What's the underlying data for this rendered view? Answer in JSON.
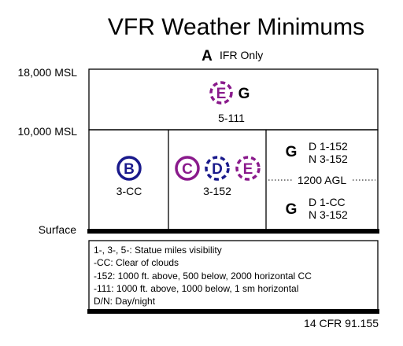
{
  "title": "VFR Weather Minimums",
  "class_a": {
    "letter": "A",
    "label": "IFR Only"
  },
  "altitudes": {
    "upper": "18,000 MSL",
    "middle": "10,000 MSL",
    "surface": "Surface"
  },
  "upper_block": {
    "letter_e": "E",
    "letter_g": "G",
    "rule": "5-111"
  },
  "class_b_cell": {
    "letter": "B",
    "rule": "3-CC"
  },
  "class_cde_cell": {
    "letters": [
      "C",
      "D",
      "E"
    ],
    "rule": "3-152"
  },
  "class_g_cell": {
    "day_letter": "G",
    "day_line1": "D 1-152",
    "day_line2": "N 3-152",
    "divider": "1200 AGL",
    "night_letter": "G",
    "night_line1": "D 1-CC",
    "night_line2": "N 3-152"
  },
  "legend": [
    "1-, 3-, 5-: Statue miles visibility",
    "-CC: Clear of clouds",
    "-152: 1000 ft. above, 500 below, 2000 horizontal CC",
    "-111: 1000 ft. above, 1000 below, 1 sm horizontal",
    "D/N: Day/night"
  ],
  "reference": "14 CFR 91.155",
  "colors": {
    "class_b": "#1a1a8c",
    "class_c": "#8a1a8c",
    "class_d": "#1a1a8c",
    "class_e": "#8a1a8c"
  }
}
